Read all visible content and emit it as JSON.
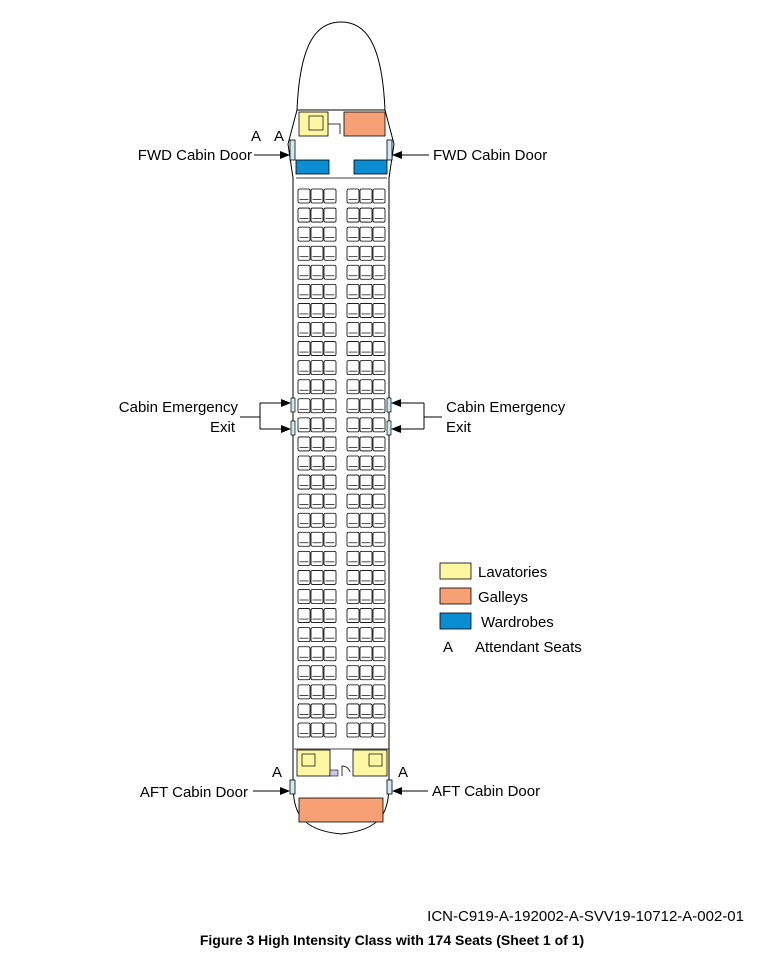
{
  "labels": {
    "fwd_door_left": "FWD Cabin Door",
    "fwd_door_right": "FWD Cabin Door",
    "emergency_left_1": "Cabin Emergency",
    "emergency_left_2": "Exit",
    "emergency_right_1": "Cabin Emergency",
    "emergency_right_2": "Exit",
    "aft_door_left": "AFT Cabin Door",
    "aft_door_right": "AFT Cabin Door",
    "attendant_marker": "A"
  },
  "legend": {
    "items": [
      {
        "label": "Lavatories",
        "color": "#fdf6a3"
      },
      {
        "label": "Galleys",
        "color": "#f7a075"
      },
      {
        "label": "Wardrobes",
        "color": "#0a8ed1"
      }
    ],
    "attendant_symbol": "A",
    "attendant_label": "Attendant Seats"
  },
  "seating": {
    "rows": 29,
    "seats_per_row": 6,
    "total_seats": 174
  },
  "colors": {
    "lavatory": "#fdf6a3",
    "galley": "#f7a075",
    "wardrobe": "#0a8ed1"
  },
  "footer": {
    "icn": "ICN-C919-A-192002-A-SVV19-10712-A-002-01",
    "caption": "Figure 3  High Intensity Class with 174 Seats (Sheet 1 of 1)"
  }
}
